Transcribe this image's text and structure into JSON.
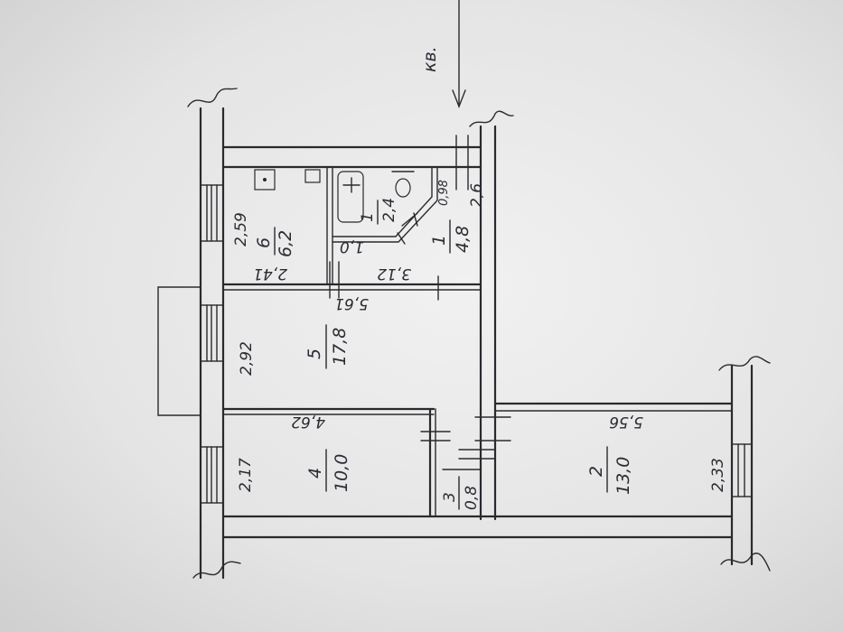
{
  "plan": {
    "note": "кв. ",
    "rooms": [
      {
        "id": "1",
        "area": "4,8"
      },
      {
        "id": "2",
        "area": "13,0"
      },
      {
        "id": "3",
        "area": "0,8"
      },
      {
        "id": "4",
        "area": "10,0"
      },
      {
        "id": "5",
        "area": "17,8"
      },
      {
        "id": "6",
        "area": "6,2"
      },
      {
        "id": "1",
        "area": "2,4"
      }
    ],
    "dimensions": {
      "d_2_59": "2,59",
      "d_2_92": "2,92",
      "d_2_17": "2,17",
      "d_2_33": "2,33",
      "d_2_41": "2,41",
      "d_3_12": "3,12",
      "d_5_61": "5,61",
      "d_4_62": "4,62",
      "d_5_56": "5,56",
      "d_1_0": "1,0",
      "d_0_98": "0,98",
      "d_2_6": "2,6"
    }
  }
}
